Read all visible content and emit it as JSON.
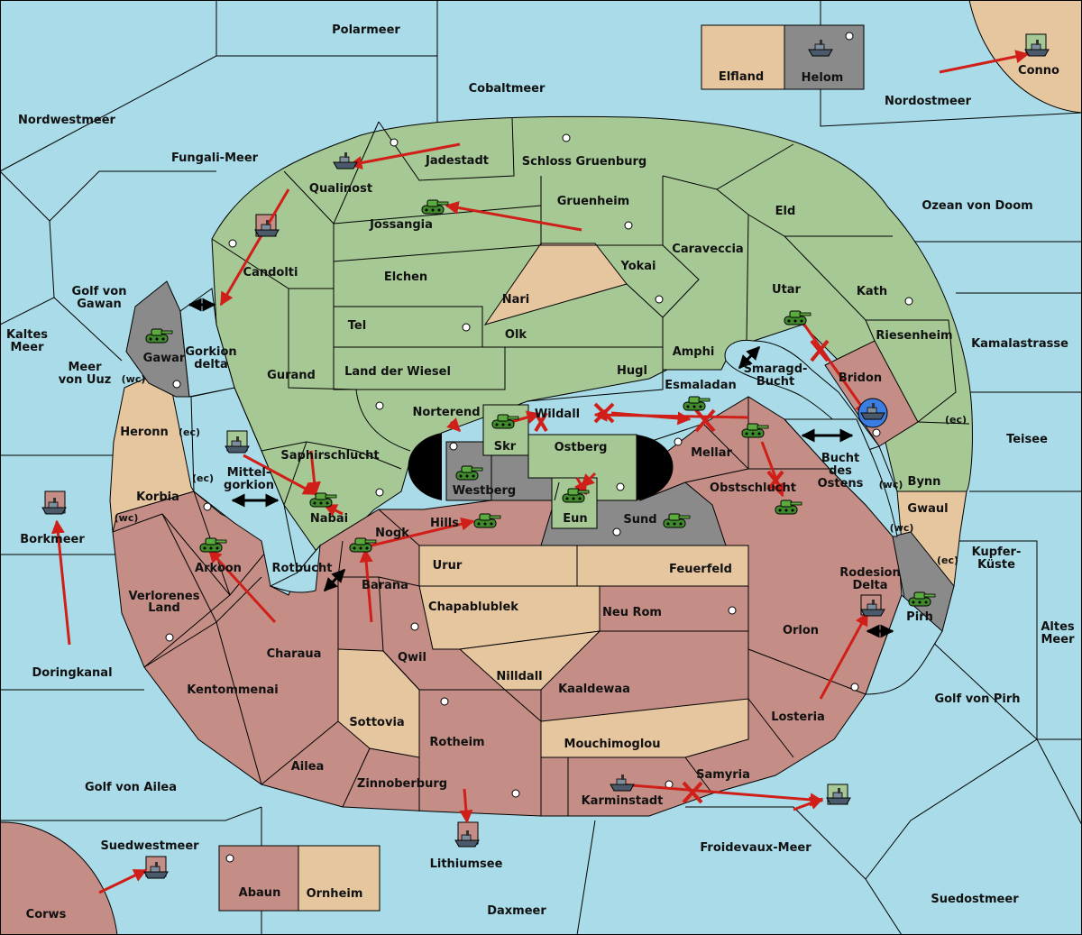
{
  "colors": {
    "sea": "#a9dce8",
    "green": "#a6c895",
    "red": "#c48e86",
    "tan": "#e6c69f",
    "grey": "#8a8a8a",
    "arrow": "#d01f18",
    "black": "#000000"
  },
  "seas": {
    "polarmeer": "Polarmeer",
    "cobaltmeer": "Cobaltmeer",
    "nordwestmeer": "Nordwestmeer",
    "fungali": "Fungali-Meer",
    "nordostmeer": "Nordostmeer",
    "ozean": "Ozean von Doom",
    "kamalastrasse": "Kamalastrasse",
    "teisee": "Teisee",
    "kupfer1": "Kupfer-",
    "kupfer2": "Küste",
    "altes1": "Altes",
    "altes2": "Meer",
    "golf_pirh": "Golf von Pirh",
    "suedostmeer": "Suedostmeer",
    "froidevaux": "Froidevaux-Meer",
    "daxmeer": "Daxmeer",
    "lithiumsee": "Lithiumsee",
    "suedwestmeer": "Suedwestmeer",
    "golf_ailea": "Golf von Ailea",
    "doringkanal": "Doringkanal",
    "borkmeer": "Borkmeer",
    "kaltes1": "Kaltes",
    "kaltes2": "Meer",
    "meer_uuz1": "Meer",
    "meer_uuz2": "von Uuz",
    "golf_gawan1": "Golf von",
    "golf_gawan2": "Gawan",
    "gorkion1": "Gorkion",
    "gorkion2": "delta",
    "mittel1": "Mittel-",
    "mittel2": "gorkion",
    "rotbucht": "Rotbucht",
    "smaragd1": "Smaragd-",
    "smaragd2": "Bucht",
    "bucht1": "Bucht",
    "bucht2": "des",
    "bucht3": "Ostens",
    "rodesion1": "Rodesion",
    "rodesion2": "Delta"
  },
  "provinces": {
    "elfland": "Elfland",
    "helom": "Helom",
    "conno": "Conno",
    "qualinost": "Qualinost",
    "jadestadt": "Jadestadt",
    "schloss": "Schloss Gruenburg",
    "gruenheim": "Gruenheim",
    "eld": "Eld",
    "jossangia": "Jossangia",
    "candolti": "Candolti",
    "elchen": "Elchen",
    "nari": "Nari",
    "yokai": "Yokai",
    "caraveccia": "Caraveccia",
    "utar": "Utar",
    "kath": "Kath",
    "tel": "Tel",
    "olk": "Olk",
    "amphi": "Amphi",
    "riesenheim": "Riesenheim",
    "gurand": "Gurand",
    "land_wiesel": "Land der Wiesel",
    "hugl": "Hugl",
    "bridon": "Bridon",
    "esmaladan": "Esmaladan",
    "gawar": "Gawar",
    "norterend": "Norterend",
    "wildall": "Wildall",
    "skr": "Skr",
    "ostberg": "Ostberg",
    "mellar": "Mellar",
    "heronn": "Heronn",
    "saphir": "Saphirschlucht",
    "westberg": "Westberg",
    "obstschlucht": "Obstschlucht",
    "bynn": "Bynn",
    "korbia": "Korbia",
    "nabai": "Nabai",
    "eun": "Eun",
    "sund": "Sund",
    "gwaul": "Gwaul",
    "nogk": "Nogk",
    "hills": "Hills",
    "arkoon": "Arkoon",
    "urur": "Urur",
    "feuerfeld": "Feuerfeld",
    "verlorenes1": "Verlorenes",
    "verlorenes2": "Land",
    "barana": "Barana",
    "chapablublek": "Chapablublek",
    "neu_rom": "Neu Rom",
    "pirh": "Pirh",
    "orlon": "Orlon",
    "charaua": "Charaua",
    "qwil": "Qwil",
    "nilldall": "Nilldall",
    "kaaldewaa": "Kaaldewaa",
    "kentommenai": "Kentommenai",
    "losteria": "Losteria",
    "sottovia": "Sottovia",
    "rotheim": "Rotheim",
    "mouchimoglou": "Mouchimoglou",
    "ailea": "Ailea",
    "samyria": "Samyria",
    "zinnoberburg": "Zinnoberburg",
    "karminstadt": "Karminstadt",
    "abaun": "Abaun",
    "ornheim": "Ornheim",
    "corws": "Corws"
  },
  "coast_tags": {
    "wc": "(wc)",
    "ec": "(ec)"
  },
  "icons": {
    "army": "tank-icon",
    "fleet": "ship-icon",
    "supply": "supply-center-icon",
    "failed": "x-mark-icon"
  }
}
